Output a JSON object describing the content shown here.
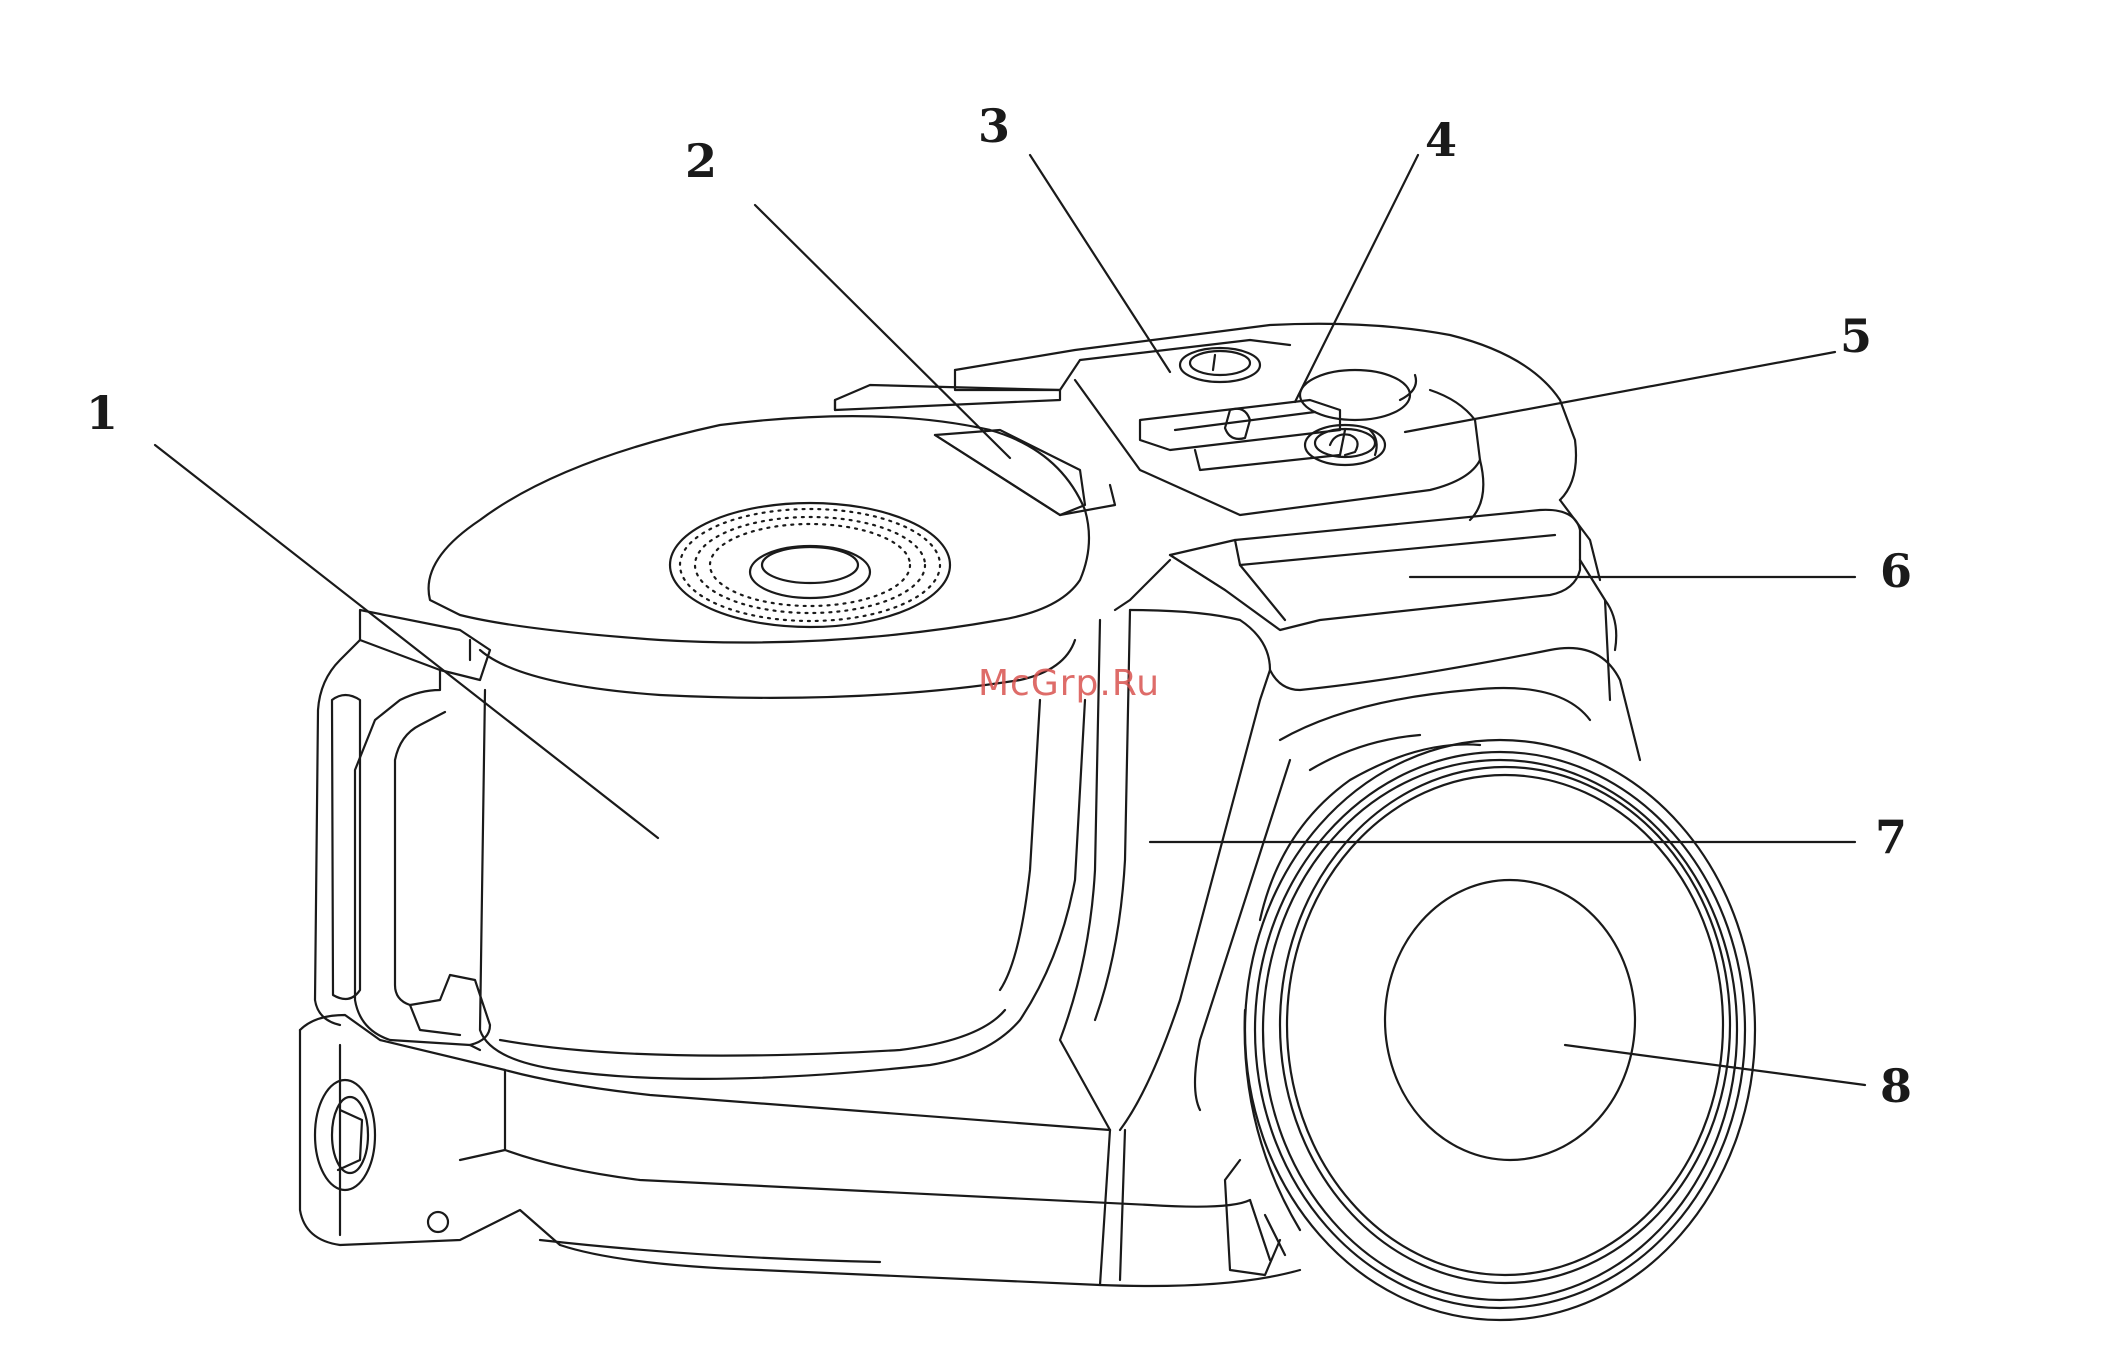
{
  "watermark": {
    "text": "McGrp.Ru",
    "color": "#d9534f"
  },
  "callouts": [
    {
      "id": "1",
      "label": "1"
    },
    {
      "id": "2",
      "label": "2"
    },
    {
      "id": "3",
      "label": "3"
    },
    {
      "id": "4",
      "label": "4"
    },
    {
      "id": "5",
      "label": "5"
    },
    {
      "id": "6",
      "label": "6"
    },
    {
      "id": "7",
      "label": "7"
    },
    {
      "id": "8",
      "label": "8"
    }
  ]
}
